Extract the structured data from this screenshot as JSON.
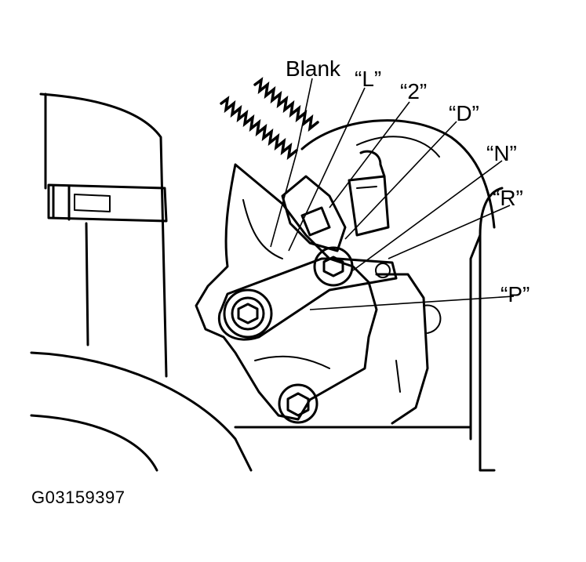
{
  "labels": {
    "blank": "Blank",
    "l": "“L”",
    "two": "“2”",
    "d": "“D”",
    "n": "“N”",
    "r": "“R”",
    "p": "“P”"
  },
  "figure_id": "G03159397"
}
